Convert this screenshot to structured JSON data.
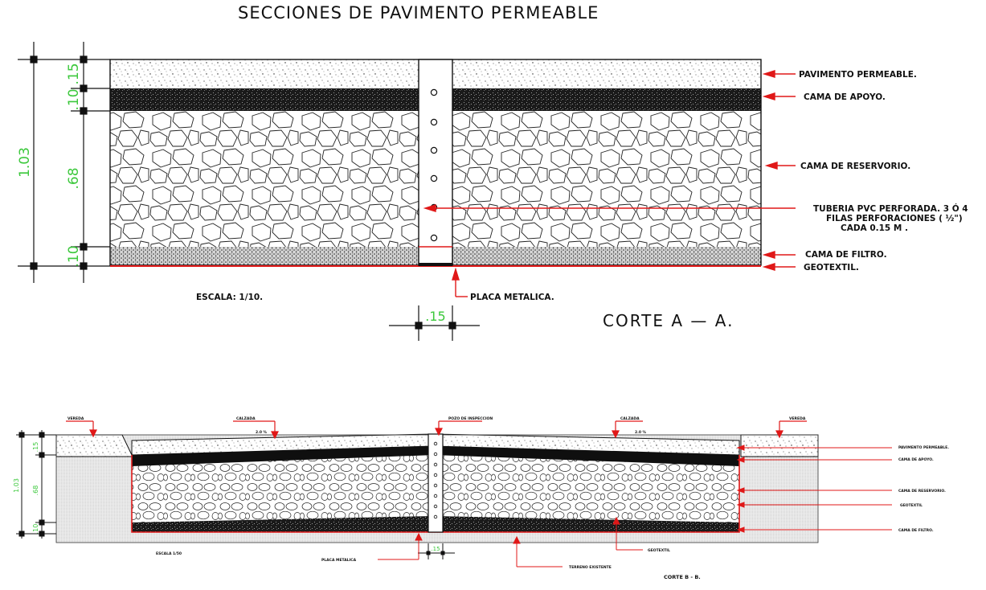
{
  "title": "SECCIONES DE PAVIMENTO PERMEABLE",
  "section_a": {
    "cut_label": "CORTE A — A.",
    "scale": "ESCALA: 1/10.",
    "dims": {
      "total": "1.03",
      "pav": ".15",
      "bed": ".10",
      "res": ".68",
      "filter": ".10",
      "pipe_width": ".15"
    },
    "labels": {
      "pavimento": "PAVIMENTO PERMEABLE.",
      "cama_apoyo": "CAMA DE APOYO.",
      "reservorio": "CAMA DE RESERVORIO.",
      "tuberia_1": "TUBERIA PVC PERFORADA. 3 Ó 4",
      "tuberia_2": "FILAS PERFORACIONES ( ½\")",
      "tuberia_3": "CADA 0.15 M .",
      "filtro": "CAMA DE FILTRO.",
      "geotextil": "GEOTEXTIL.",
      "placa": "PLACA METALICA."
    }
  },
  "section_b": {
    "cut_label": "CORTE B - B.",
    "scale": "ESCALA 1/50",
    "dims": {
      "total": "1.03",
      "pav": ".15",
      "res": ".68",
      "filter": ".10",
      "pipe_width": ".15"
    },
    "labels": {
      "vereda_left": "VEREDA",
      "calzada_left": "CALZADA",
      "calzada_left_slope": "2.0 %",
      "pozo": "POZO DE INSPECCION",
      "calzada_right": "CALZADA",
      "calzada_right_slope": "2.0 %",
      "vereda_right": "VEREDA",
      "pavimento": "PAVIMENTO PERMEABLE.",
      "cama_apoyo": "CAMA DE APOYO.",
      "reservorio": "CAMA DE RESERVORIO.",
      "geotextil_right": "GEOTEXTIL",
      "filtro": "CAMA DE FILTRO.",
      "placa": "PLACA METALICA",
      "terreno": "TERRENO EXISTENTE",
      "geotextil_bottom": "GEOTEXTIL"
    }
  },
  "colors": {
    "dim_text": "#3cc83c",
    "arrow": "#e01818",
    "line": "#111111"
  }
}
